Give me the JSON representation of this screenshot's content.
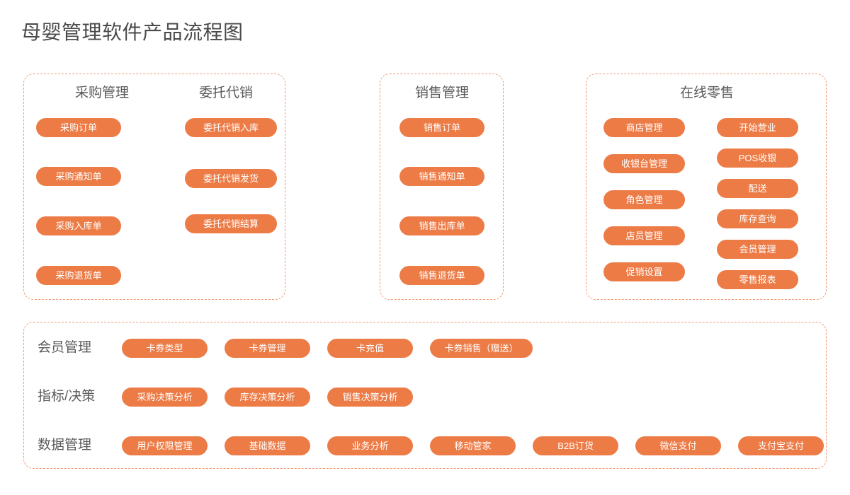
{
  "title": "母婴管理软件产品流程图",
  "theme": {
    "pill_bg": "#ec7b46",
    "pill_text": "#ffffff",
    "panel_border": "#ef9a76",
    "heading_text": "#5a5a5a",
    "title_text": "#4a4a4a",
    "page_bg": "#ffffff"
  },
  "panels": [
    {
      "name": "procurement-consignment-panel",
      "columns": [
        {
          "heading": "采购管理",
          "items": [
            "采购订单",
            "采购通知单",
            "采购入库单",
            "采购退货单"
          ]
        },
        {
          "heading": "委托代销",
          "items": [
            "委托代销入库",
            "委托代销发货",
            "委托代销结算"
          ]
        }
      ]
    },
    {
      "name": "sales-panel",
      "columns": [
        {
          "heading": "销售管理",
          "items": [
            "销售订单",
            "销售通知单",
            "销售出库单",
            "销售退货单"
          ]
        }
      ]
    },
    {
      "name": "online-retail-panel",
      "columns": [
        {
          "heading": "在线零售",
          "items": [
            "商店管理",
            "收银台管理",
            "角色管理",
            "店员管理",
            "促销设置"
          ]
        },
        {
          "heading": "",
          "items": [
            "开始营业",
            "POS收银",
            "配送",
            "库存查询",
            "会员管理",
            "零售报表"
          ]
        }
      ]
    }
  ],
  "bottom_panel": {
    "name": "shared-services-panel",
    "rows": [
      {
        "label": "会员管理",
        "items": [
          "卡券类型",
          "卡券管理",
          "卡充值",
          "卡券销售（赠送）"
        ]
      },
      {
        "label": "指标/决策",
        "items": [
          "采购决策分析",
          "库存决策分析",
          "销售决策分析"
        ]
      },
      {
        "label": "数据管理",
        "items": [
          "用户权限管理",
          "基础数据",
          "业务分析",
          "移动管家",
          "B2B订货",
          "微信支付",
          "支付宝支付"
        ]
      }
    ]
  }
}
